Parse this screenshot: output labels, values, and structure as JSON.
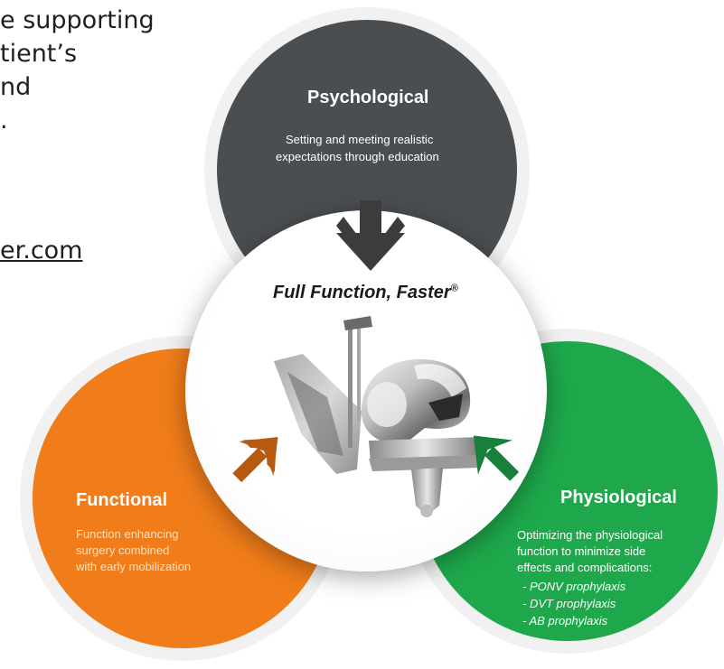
{
  "background_text": {
    "lines": [
      "e supporting",
      "tient’s",
      "nd",
      "."
    ],
    "link": "er.com"
  },
  "center": {
    "title": "Full Function, Faster",
    "trademark": "®",
    "image": "knee-implant-image"
  },
  "psychological": {
    "title": "Psychological",
    "description": [
      "Setting and meeting realistic",
      "expectations through education"
    ],
    "color": "#4b4e51"
  },
  "functional": {
    "title": "Functional",
    "description": [
      "Function enhancing",
      "surgery combined",
      "with early mobilization"
    ],
    "color": "#f07d1a"
  },
  "physiological": {
    "title": "Physiological",
    "description": [
      "Optimizing the physiological",
      "function to minimize side",
      "effects and complications:"
    ],
    "items": [
      "- PONV prophylaxis",
      "- DVT prophylaxis",
      "- AB prophylaxis"
    ],
    "color": "#1ea84b"
  },
  "arrows": {
    "down": "#3a3c3e",
    "left": "#b55a0f",
    "right": "#17803a"
  }
}
